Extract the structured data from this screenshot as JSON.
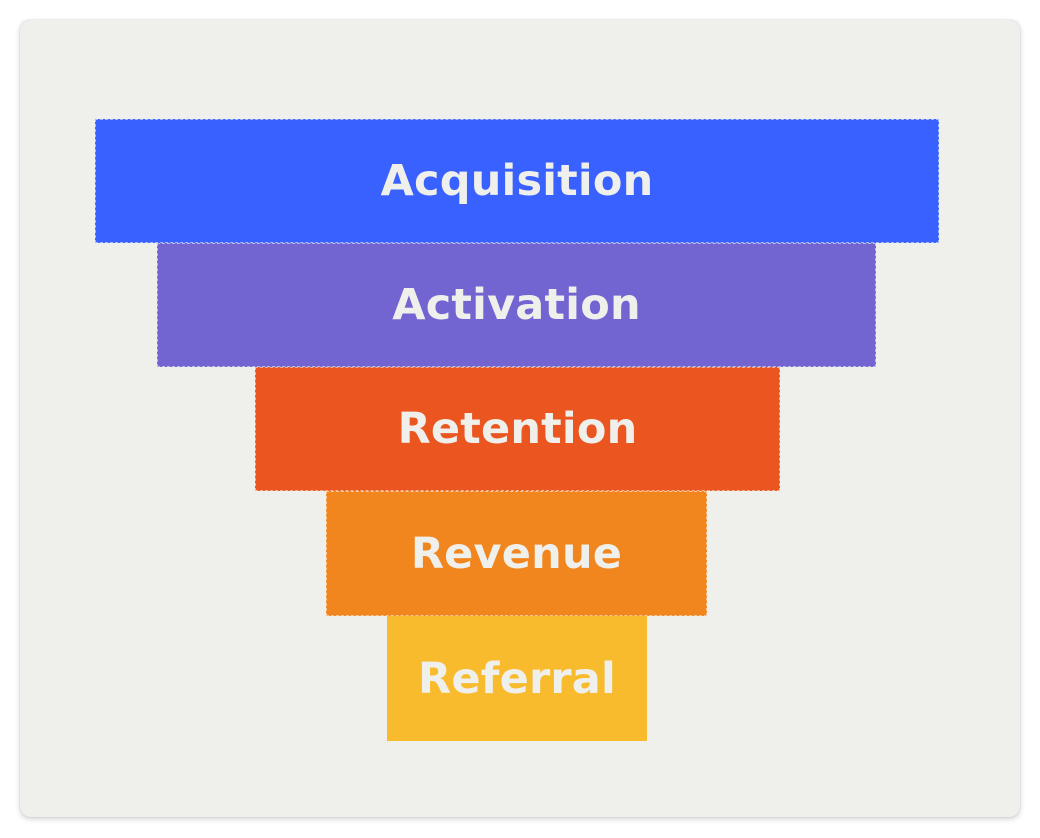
{
  "funnel": {
    "stages": [
      {
        "label": "Acquisition",
        "color": "#3961ff"
      },
      {
        "label": "Activation",
        "color": "#7265d2"
      },
      {
        "label": "Retention",
        "color": "#ea5520"
      },
      {
        "label": "Revenue",
        "color": "#f1861e"
      },
      {
        "label": "Referral",
        "color": "#f8bb2d"
      }
    ]
  }
}
